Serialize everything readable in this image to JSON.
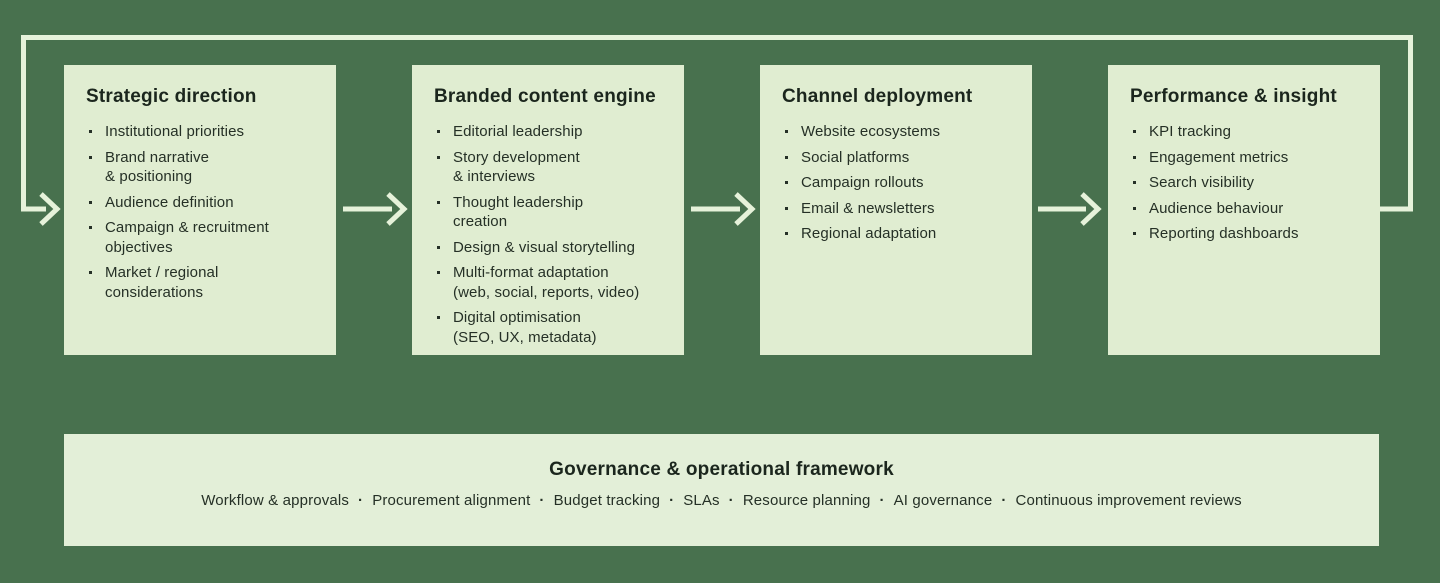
{
  "colors": {
    "background": "#48714e",
    "box_fill": "#e0edd1",
    "bar_fill": "#e3efd8",
    "line": "#e6f2da",
    "text": "#253026",
    "heading_text": "#1b261d"
  },
  "flow": {
    "boxes": [
      {
        "title": "Strategic direction",
        "items": [
          "Institutional priorities",
          "Brand narrative\n& positioning",
          "Audience definition",
          "Campaign & recruitment\nobjectives",
          "Market / regional\nconsiderations"
        ]
      },
      {
        "title": "Branded content engine",
        "items": [
          "Editorial leadership",
          "Story development\n& interviews",
          "Thought leadership\ncreation",
          "Design & visual storytelling",
          "Multi-format adaptation\n(web, social, reports, video)",
          "Digital optimisation\n(SEO, UX, metadata)"
        ]
      },
      {
        "title": "Channel deployment",
        "items": [
          "Website ecosystems",
          "Social platforms",
          "Campaign rollouts",
          "Email & newsletters",
          "Regional adaptation"
        ]
      },
      {
        "title": "Performance & insight",
        "items": [
          "KPI tracking",
          "Engagement metrics",
          "Search visibility",
          "Audience behaviour",
          "Reporting dashboards"
        ]
      }
    ]
  },
  "governance": {
    "title": "Governance & operational framework",
    "separator": "·",
    "items": [
      "Workflow & approvals",
      "Procurement alignment",
      "Budget tracking",
      "SLAs",
      "Resource planning",
      "AI governance",
      "Continuous improvement reviews"
    ]
  }
}
